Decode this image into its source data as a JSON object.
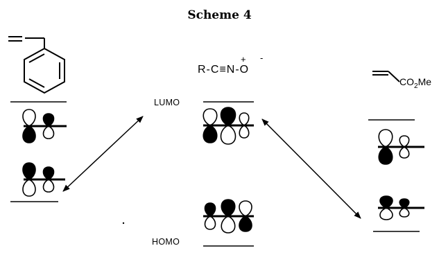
{
  "title": "Scheme 4",
  "labels": {
    "lumo": "LUMO",
    "homo": "HOMO",
    "nitrile_oxide": "R-C≡N-O",
    "nitrile_oxide_plus": "+",
    "nitrile_oxide_minus": "-",
    "ester_co": "CO",
    "ester_sub": "2",
    "ester_me": "Me"
  },
  "molecules": [
    "styrene",
    "nitrile-oxide",
    "methyl-acrylate"
  ],
  "interactions": [
    {
      "from": "styrene HOMO",
      "to": "nitrile-oxide LUMO"
    },
    {
      "from": "nitrile-oxide LUMO",
      "to": "methyl-acrylate HOMO"
    }
  ]
}
